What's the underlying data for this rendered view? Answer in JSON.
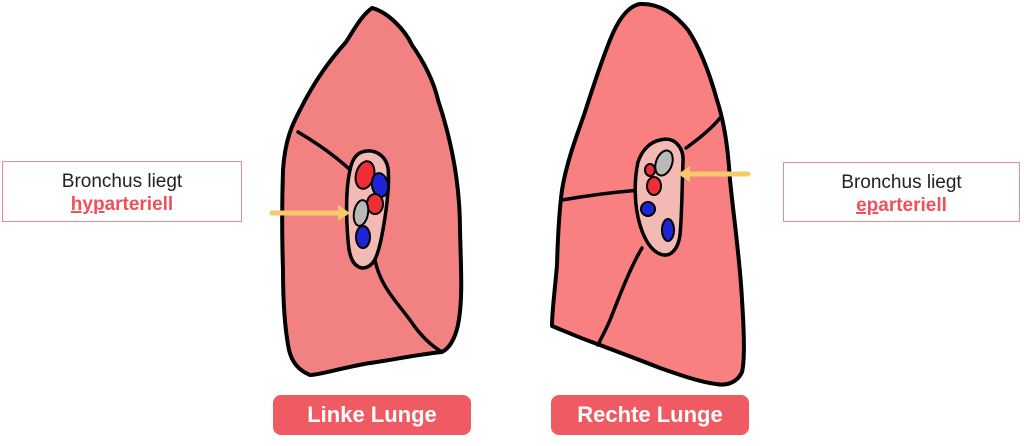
{
  "colors": {
    "lung_left": "#f28282",
    "lung_right": "#f98080",
    "hilum": "#f3b9b5",
    "artery": "#ef2f35",
    "vein": "#1f25d6",
    "bronchus": "#b9b9b9",
    "arrow": "#f7c96b",
    "label_bg": "#f05a62",
    "highlight_text": "#f0505a"
  },
  "left_callout": {
    "line1": "Bronchus liegt",
    "prefix": "hyp",
    "suffix": "arteriell"
  },
  "right_callout": {
    "line1": "Bronchus liegt",
    "prefix": "ep",
    "suffix": "arteriell"
  },
  "labels": {
    "left_lung": "Linke Lunge",
    "right_lung": "Rechte Lunge"
  },
  "icons": [
    "arrow-left-icon",
    "arrow-right-icon"
  ]
}
